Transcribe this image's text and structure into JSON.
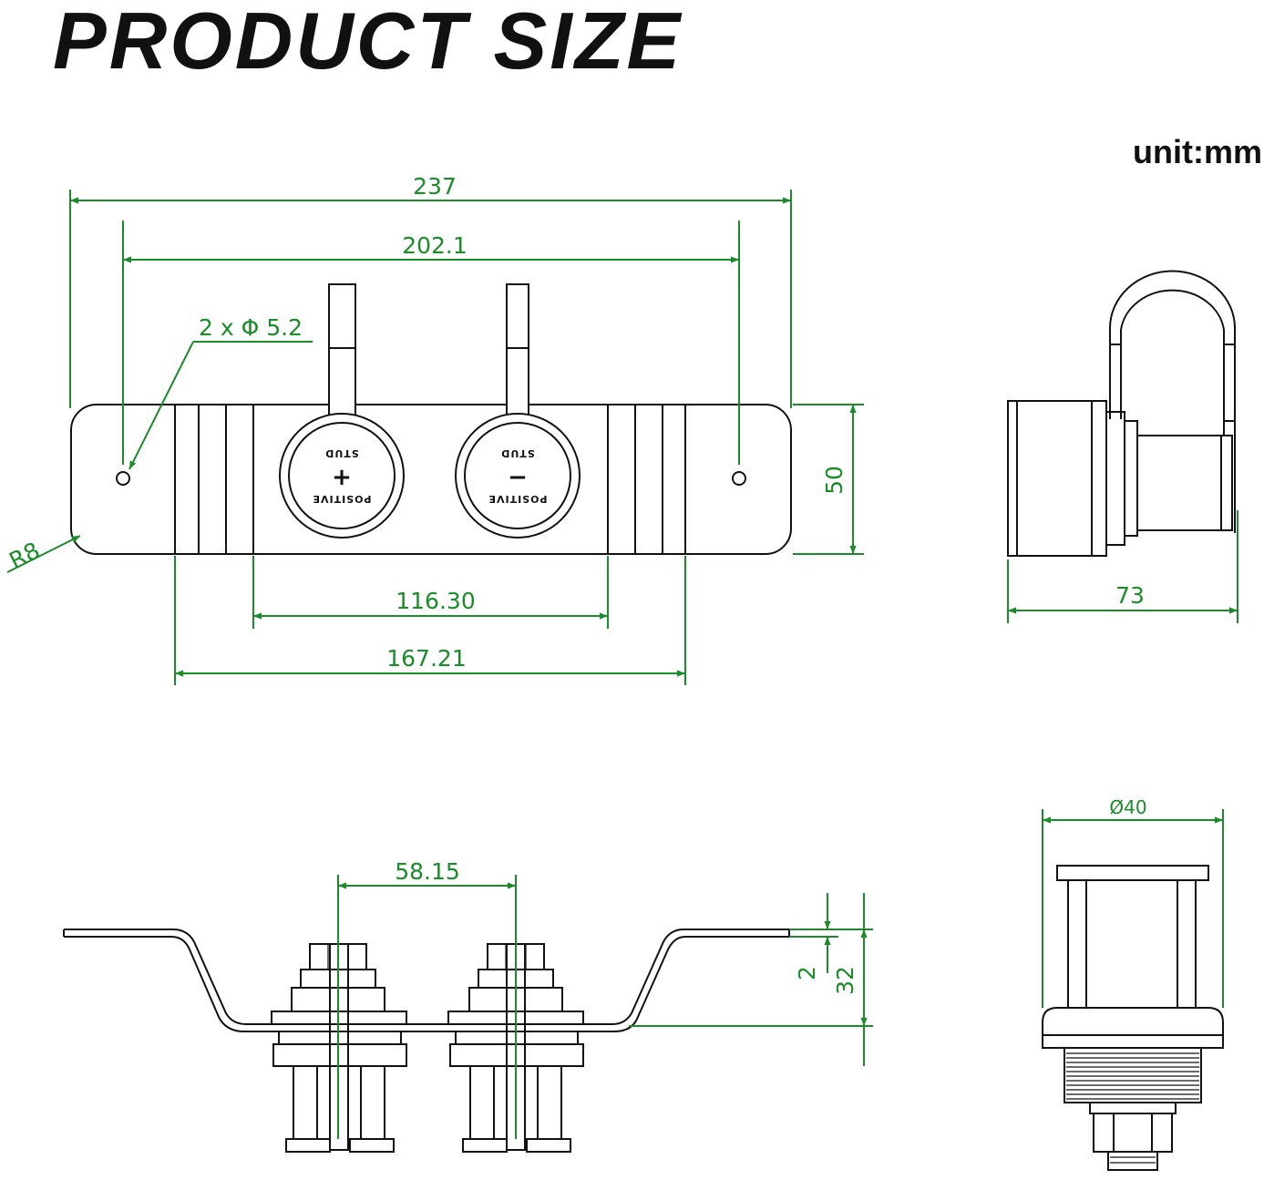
{
  "title": "PRODUCT SIZE",
  "unit_label": "unit:mm",
  "dimensions": {
    "overall_length": "237",
    "hole_spacing": "202.1",
    "hole_spec": "2 x Φ 5.2",
    "corner_radius": "R8",
    "height": "50",
    "stud_span": "116.30",
    "inner_span": "167.21",
    "side_depth": "73",
    "stud_spacing": "58.15",
    "plate_thickness": "2",
    "offset_height": "32",
    "diameter": "Ø40"
  },
  "stud_labels": {
    "word1": "STUD",
    "word2": "POSITIVE",
    "positive_sign": "+",
    "negative_sign": "−"
  },
  "colors": {
    "dimension": "#1a8c2a",
    "outline": "#111111"
  }
}
